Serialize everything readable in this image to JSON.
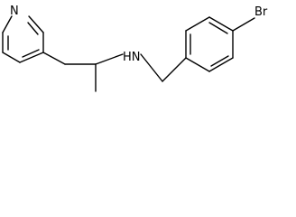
{
  "molecule": {
    "atoms": {
      "pyridine_n": "N",
      "amine_nh": "HN",
      "bromine": "Br"
    }
  }
}
